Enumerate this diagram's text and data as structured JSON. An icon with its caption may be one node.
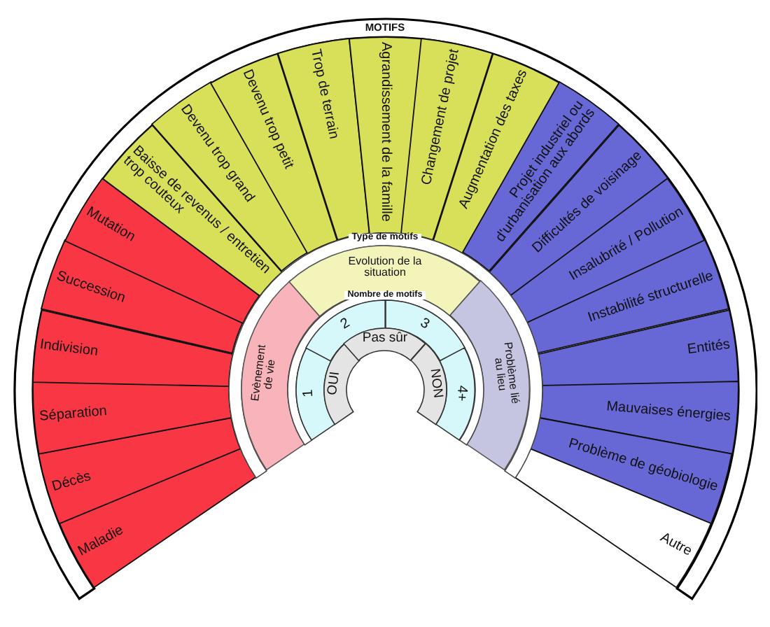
{
  "diagram": {
    "nodes": [
      {
        "text": [
          "MOTIFS"
        ]
      },
      {
        "text": [
          "Maladie"
        ]
      },
      {
        "text": [
          "Décès"
        ]
      },
      {
        "text": [
          "Séparation"
        ]
      },
      {
        "text": [
          "Indivision"
        ]
      },
      {
        "text": [
          "Succession"
        ]
      },
      {
        "text": [
          "Mutation"
        ]
      },
      {
        "text": [
          "Baisse de revenus / entretien trop couteux"
        ]
      },
      {
        "text": [
          "Devenu trop grand"
        ]
      },
      {
        "text": [
          "Devenu trop petit"
        ]
      },
      {
        "text": [
          "Trop de terrain"
        ]
      },
      {
        "text": [
          "Agrandissement de la famille"
        ]
      },
      {
        "text": [
          "Changement de projet"
        ]
      },
      {
        "text": [
          "Augmentation des taxes"
        ]
      },
      {
        "text": [
          "Projet industriel ou d'urbanisation aux abords"
        ]
      },
      {
        "text": [
          "Difficultés de voisinage"
        ]
      },
      {
        "text": [
          "Insalubrité / Pollution"
        ]
      },
      {
        "text": [
          "Instabilité structurelle"
        ]
      },
      {
        "text": [
          "Entités"
        ]
      },
      {
        "text": [
          "Mauvaises énergies"
        ]
      },
      {
        "text": [
          "Problème de géobiologie"
        ]
      },
      {
        "text": [
          "Autre"
        ]
      },
      {
        "text": [
          "Type de motifs"
        ]
      },
      {
        "text": [
          "Evènement de vie"
        ]
      },
      {
        "text": [
          "Evolution de la situation"
        ]
      },
      {
        "text": [
          "Problème lié au lieu"
        ]
      },
      {
        "text": [
          "Nombre de motifs"
        ]
      },
      {
        "text": [
          "1"
        ]
      },
      {
        "text": [
          "2"
        ]
      },
      {
        "text": [
          "3"
        ]
      },
      {
        "text": [
          "4+"
        ]
      },
      {
        "text": [
          "OUI"
        ]
      },
      {
        "text": [
          "Pas sûr"
        ]
      },
      {
        "text": [
          "NON"
        ]
      }
    ]
  }
}
